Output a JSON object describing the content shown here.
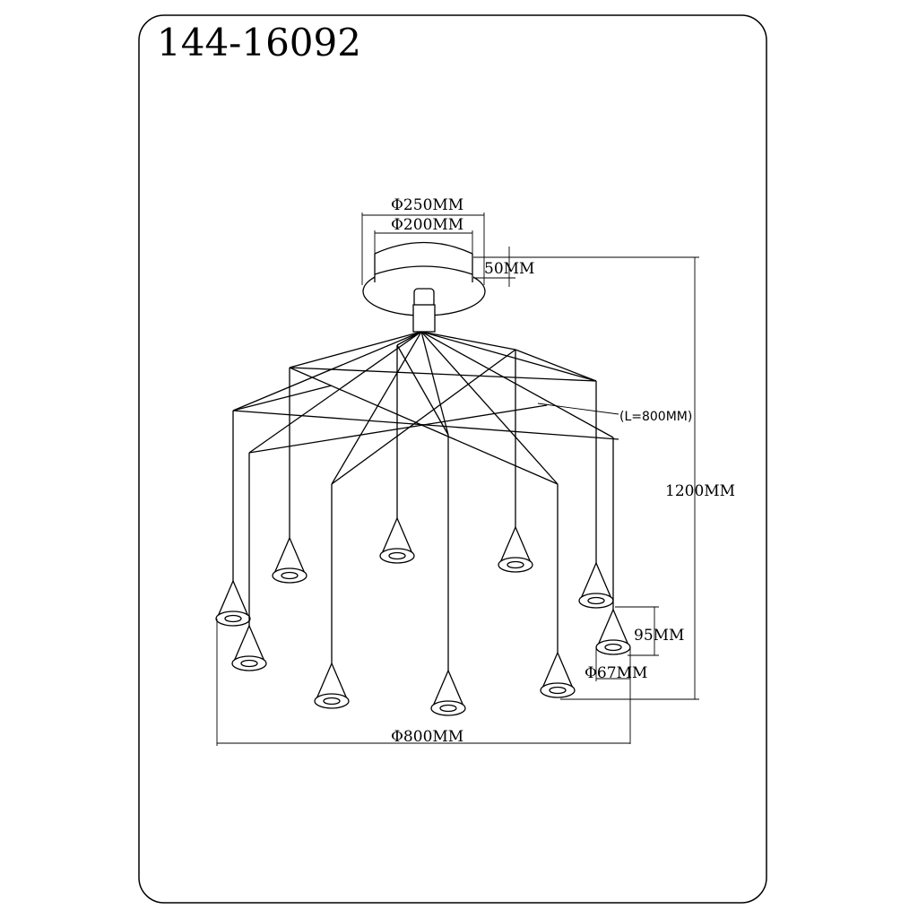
{
  "title": "144-16092",
  "dimensions": {
    "canopy_outer": "Φ250MM",
    "canopy_inner": "Φ200MM",
    "canopy_height": "50MM",
    "arm_length": "(L=800MM)",
    "total_height": "1200MM",
    "shade_height": "95MM",
    "shade_diameter": "Φ67MM",
    "overall_diameter": "Φ800MM"
  },
  "pendant_count": 10
}
